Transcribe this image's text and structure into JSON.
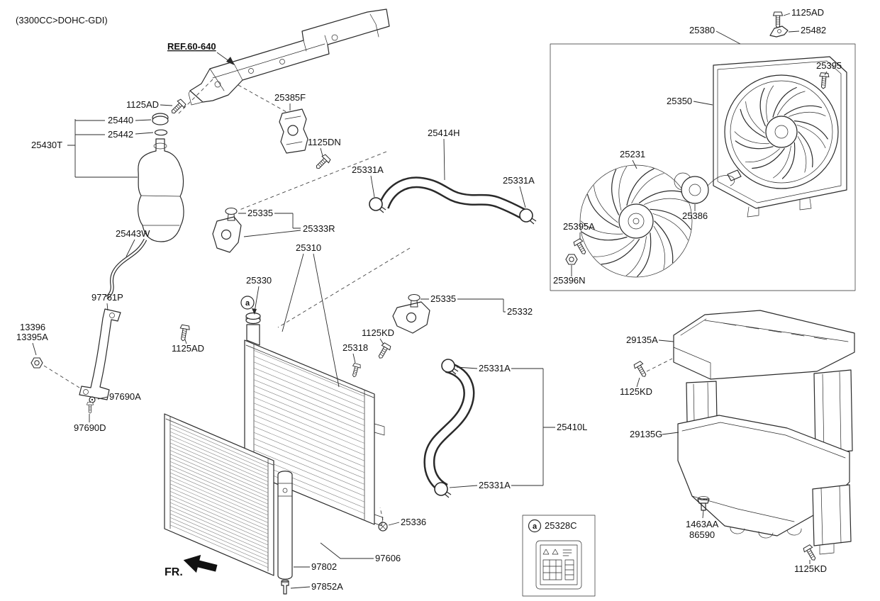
{
  "diagram": {
    "engine_variant": "(3300CC>DOHC-GDI)",
    "reference_label": "REF.60-640",
    "front_label": "FR.",
    "legend_marker": "a",
    "legend_code": "25328C"
  },
  "part_labels": {
    "p1125AD_1": "1125AD",
    "p25440": "25440",
    "p25442": "25442",
    "p25430T": "25430T",
    "p25385F": "25385F",
    "p1125DN": "1125DN",
    "p25414H": "25414H",
    "p25331A_1": "25331A",
    "p25331A_2": "25331A",
    "p25335_1": "25335",
    "p25333R": "25333R",
    "p25310": "25310",
    "p25330": "25330",
    "p25443W": "25443W",
    "p97761P": "97761P",
    "p13396": "13396",
    "p13395A": "13395A",
    "p1125AD_2": "1125AD",
    "p1125KD_1": "1125KD",
    "p25318": "25318",
    "p25335_2": "25335",
    "p25332": "25332",
    "p25331A_3": "25331A",
    "p25410L": "25410L",
    "p25331A_4": "25331A",
    "p97690A": "97690A",
    "p97690D": "97690D",
    "p25336": "25336",
    "p97606": "97606",
    "p97802": "97802",
    "p97852A": "97852A",
    "p1125AD_3": "1125AD",
    "p25380": "25380",
    "p25482": "25482",
    "p25395": "25395",
    "p25350": "25350",
    "p25231": "25231",
    "p25386": "25386",
    "p25395A": "25395A",
    "p25396N": "25396N",
    "p29135A": "29135A",
    "p1125KD_2": "1125KD",
    "p29135G": "29135G",
    "p1463AA": "1463AA",
    "p86590": "86590",
    "p1125KD_3": "1125KD"
  },
  "colors": {
    "line": "#2a2a2a",
    "background": "#ffffff"
  }
}
